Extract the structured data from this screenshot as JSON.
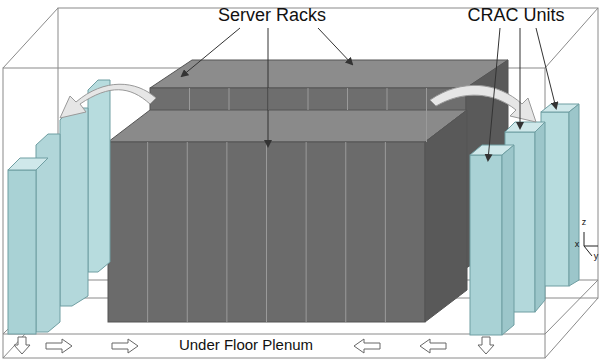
{
  "diagram": {
    "labels": [
      "Server Racks",
      "CRAC Units",
      "Under Floor Plenum",
      "z",
      "x",
      "y"
    ]
  }
}
